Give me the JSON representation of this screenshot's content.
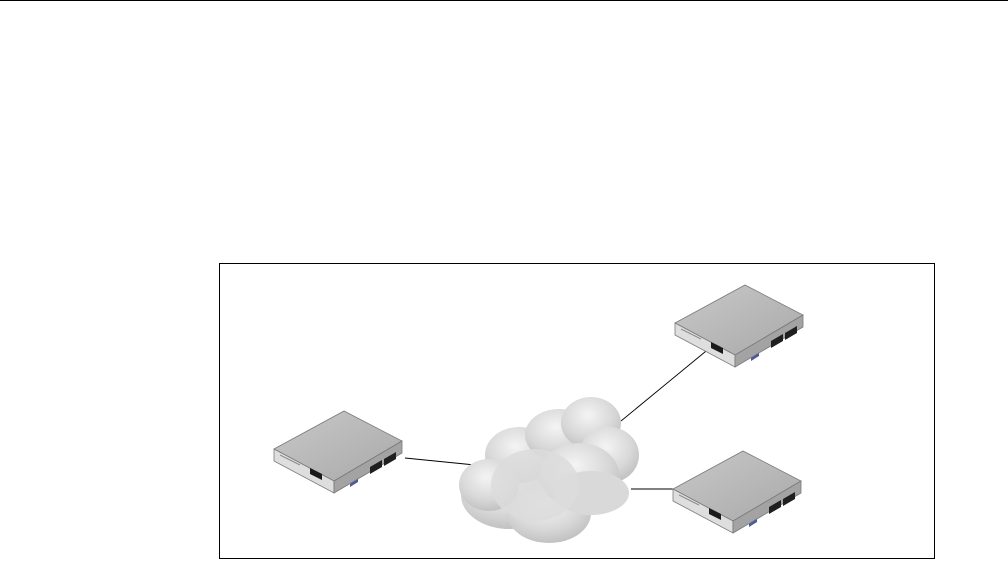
{
  "diagram": {
    "nodes": [
      {
        "id": "appliance-left",
        "kind": "network-appliance-icon"
      },
      {
        "id": "appliance-top-right",
        "kind": "network-appliance-icon"
      },
      {
        "id": "appliance-bottom-right",
        "kind": "network-appliance-icon"
      },
      {
        "id": "network-cloud",
        "kind": "cloud-icon"
      }
    ],
    "links": [
      {
        "from": "appliance-left",
        "to": "network-cloud"
      },
      {
        "from": "network-cloud",
        "to": "appliance-top-right"
      },
      {
        "from": "network-cloud",
        "to": "appliance-bottom-right"
      }
    ],
    "colors": {
      "frame": "#000000",
      "device_top": "#b8b8b8",
      "device_front": "#d6d6d6",
      "device_side": "#9a9a9a",
      "cloud": "#d4d4d4",
      "link": "#000000"
    }
  }
}
